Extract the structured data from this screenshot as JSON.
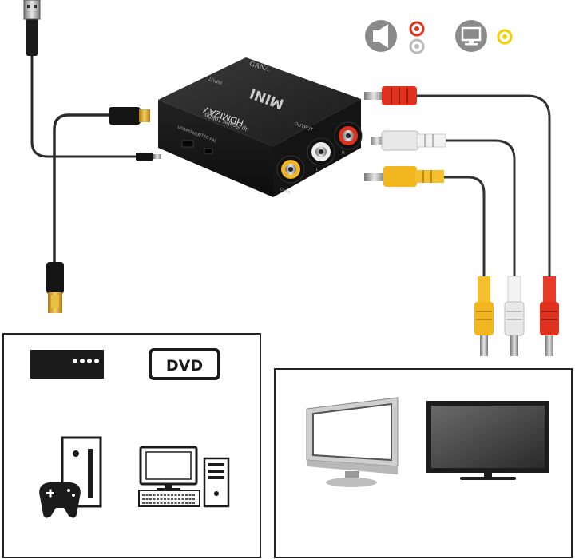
{
  "device": {
    "brand": "GANA",
    "mini_label": "MINI",
    "model": "HDMI2AV",
    "subtitle": "up Scaler 1080p",
    "input_label": "INPUT",
    "output_label": "OUTPUT",
    "usb_label": "USB/POWER",
    "ntsc_label": "NTSC",
    "pal_label": "PAL",
    "cvbs_label": "CVBS",
    "l_label": "L",
    "r_label": "R"
  },
  "sources": {
    "dvd_label": "DVD"
  },
  "icons": {
    "speaker": "speaker-icon",
    "monitor": "monitor-icon",
    "audio_dots": [
      "red",
      "white"
    ],
    "video_dot": "yellow"
  },
  "colors": {
    "rca_red": "#e0301e",
    "rca_white": "#e8e8e8",
    "rca_yellow": "#f2b61f",
    "gold": "#d9a520",
    "device_body": "#1b1b1b"
  }
}
